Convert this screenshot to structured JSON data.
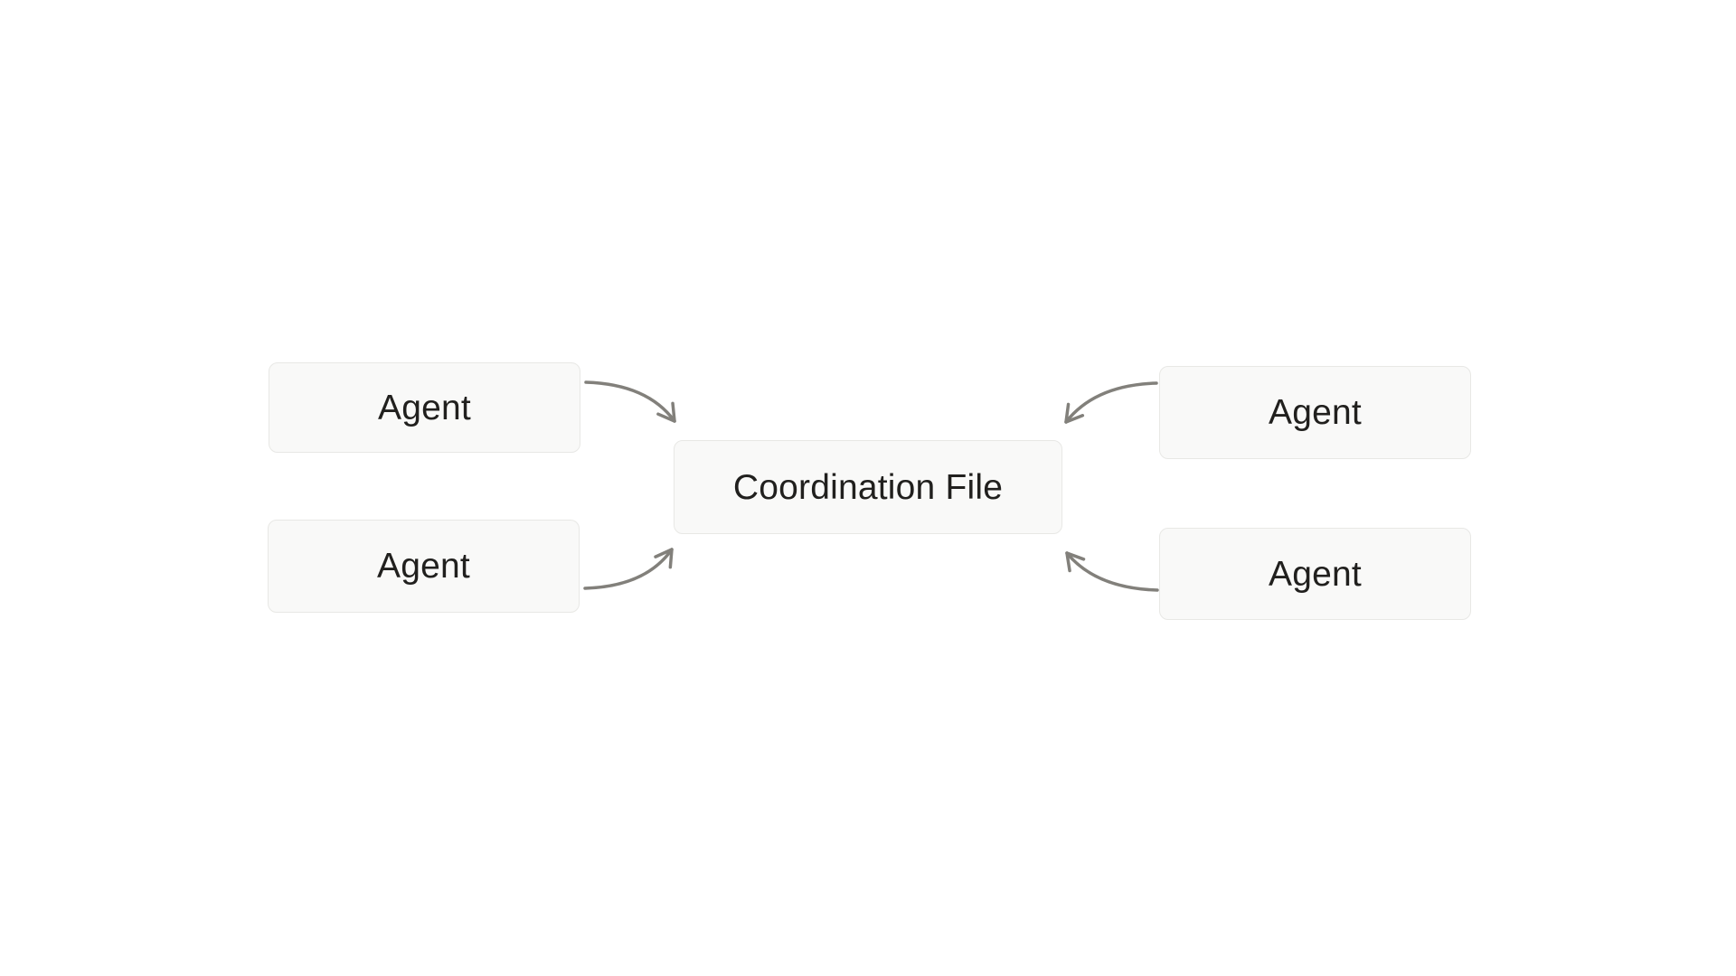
{
  "diagram": {
    "nodes": {
      "center": {
        "label": "Coordination File"
      },
      "agents": [
        {
          "id": "agent-top-left",
          "label": "Agent"
        },
        {
          "id": "agent-bottom-left",
          "label": "Agent"
        },
        {
          "id": "agent-top-right",
          "label": "Agent"
        },
        {
          "id": "agent-bottom-right",
          "label": "Agent"
        }
      ]
    },
    "edges": [
      {
        "from": "agent-top-left",
        "to": "center"
      },
      {
        "from": "agent-bottom-left",
        "to": "center"
      },
      {
        "from": "agent-top-right",
        "to": "center"
      },
      {
        "from": "agent-bottom-right",
        "to": "center"
      }
    ],
    "colors": {
      "background": "#ffffff",
      "node_fill": "#f9f9f8",
      "node_border": "#e8e8e5",
      "label_text": "#21201e",
      "arrow": "#82807b"
    }
  }
}
